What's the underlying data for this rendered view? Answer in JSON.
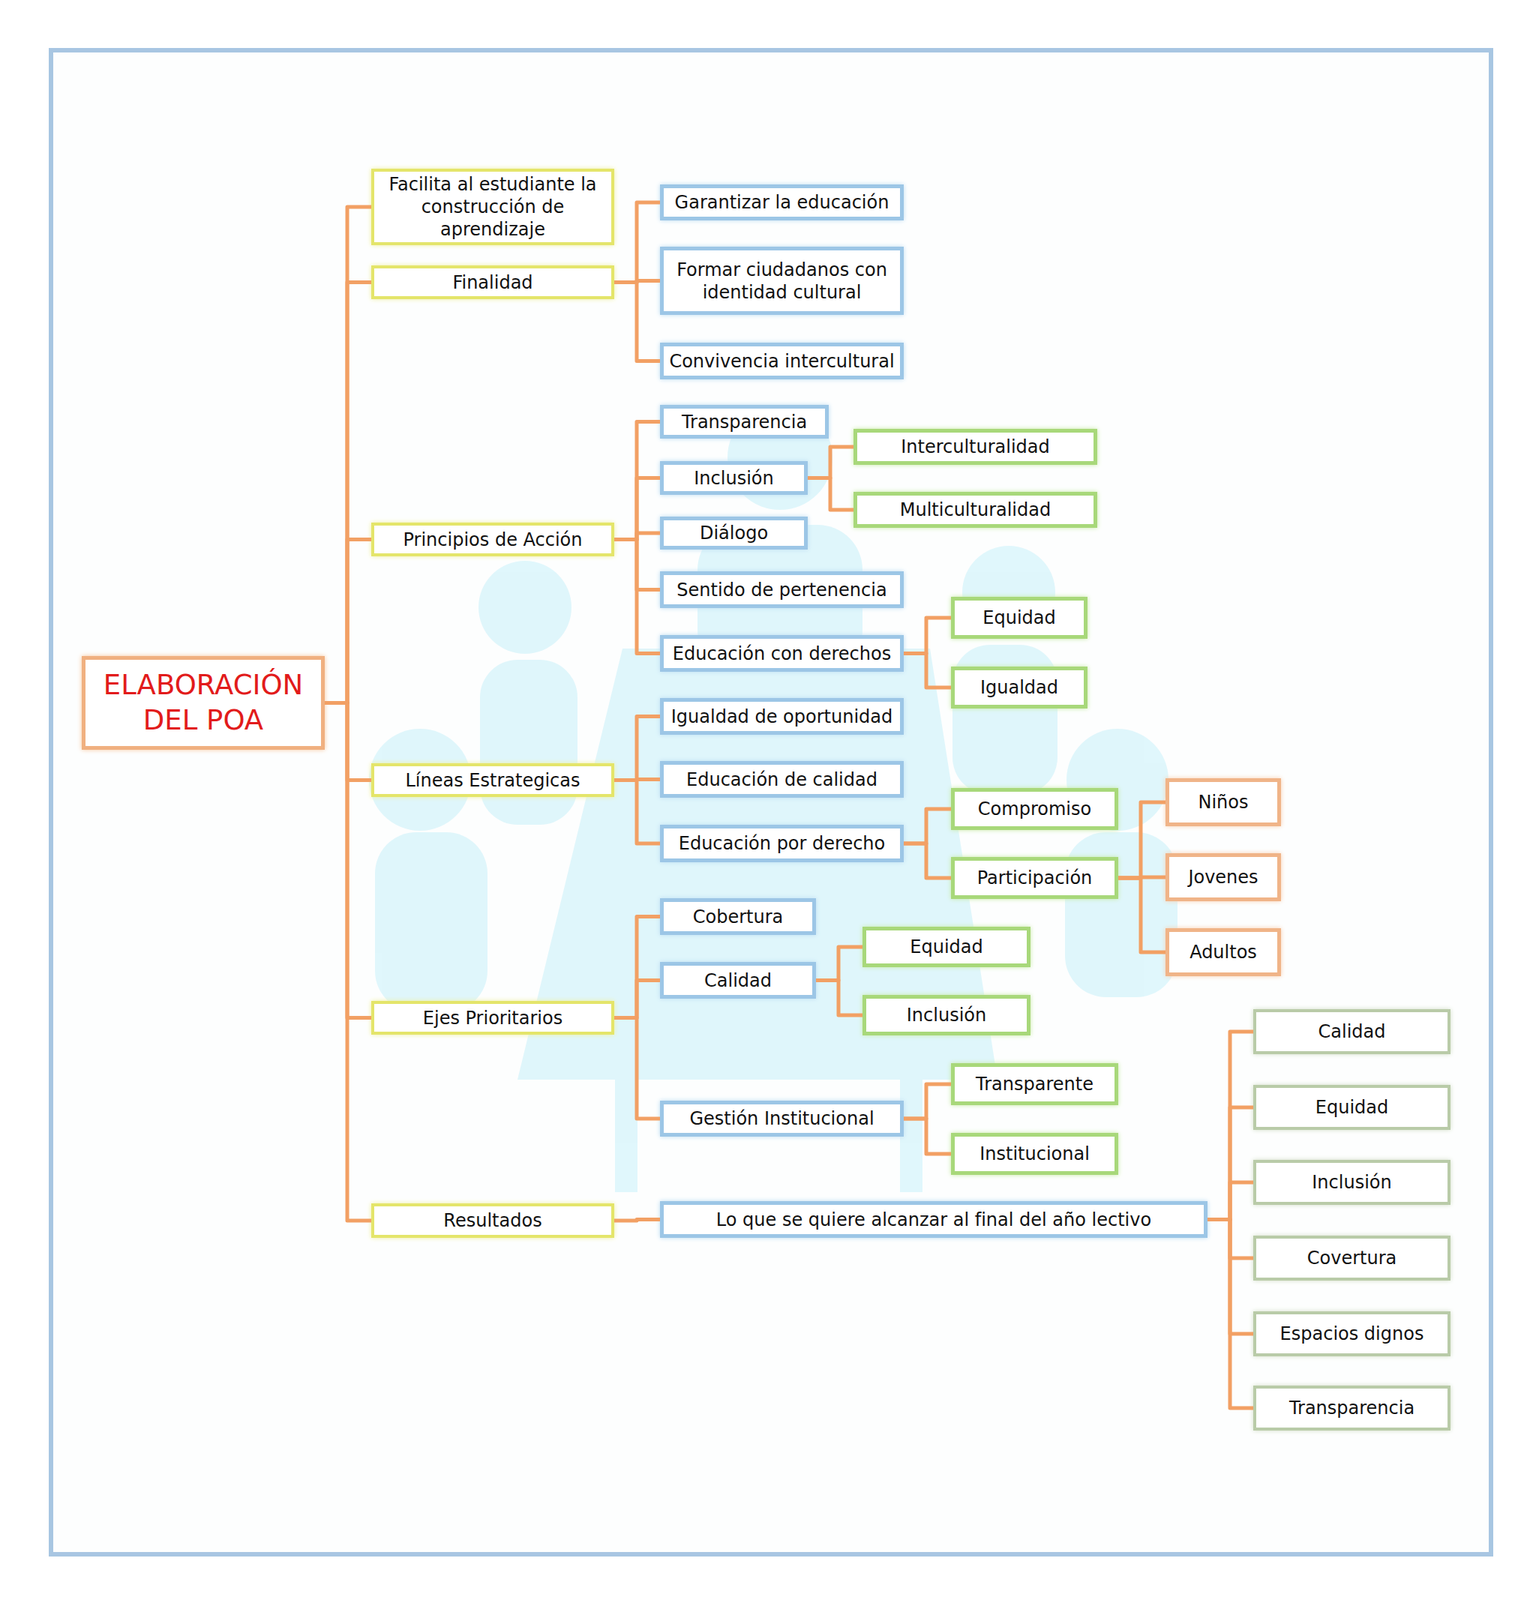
{
  "diagram": {
    "nodes": [
      {
        "text": [
          "ELABORACIÓN DEL POA"
        ]
      },
      {
        "text": [
          "Facilita al estudiante la construcción de aprendizaje"
        ]
      },
      {
        "text": [
          "Finalidad"
        ]
      },
      {
        "text": [
          "Garantizar la educación"
        ]
      },
      {
        "text": [
          "Formar ciudadanos con identidad cultural"
        ]
      },
      {
        "text": [
          "Convivencia intercultural"
        ]
      },
      {
        "text": [
          "Principios de Acción"
        ]
      },
      {
        "text": [
          "Transparencia"
        ]
      },
      {
        "text": [
          "Inclusión"
        ]
      },
      {
        "text": [
          "Interculturalidad"
        ]
      },
      {
        "text": [
          "Multiculturalidad"
        ]
      },
      {
        "text": [
          "Diálogo"
        ]
      },
      {
        "text": [
          "Sentido de pertenencia"
        ]
      },
      {
        "text": [
          "Educación con derechos"
        ]
      },
      {
        "text": [
          "Equidad"
        ]
      },
      {
        "text": [
          "Igualdad"
        ]
      },
      {
        "text": [
          "Líneas Estrategicas"
        ]
      },
      {
        "text": [
          "Igualdad de oportunidad"
        ]
      },
      {
        "text": [
          "Educación de calidad"
        ]
      },
      {
        "text": [
          "Educación por derecho"
        ]
      },
      {
        "text": [
          "Compromiso"
        ]
      },
      {
        "text": [
          "Participación"
        ]
      },
      {
        "text": [
          "Niños"
        ]
      },
      {
        "text": [
          "Jovenes"
        ]
      },
      {
        "text": [
          "Adultos"
        ]
      },
      {
        "text": [
          "Ejes Prioritarios"
        ]
      },
      {
        "text": [
          "Cobertura"
        ]
      },
      {
        "text": [
          "Calidad"
        ]
      },
      {
        "text": [
          "Equidad"
        ]
      },
      {
        "text": [
          "Inclusión"
        ]
      },
      {
        "text": [
          "Gestión Institucional"
        ]
      },
      {
        "text": [
          "Transparente"
        ]
      },
      {
        "text": [
          "Institucional"
        ]
      },
      {
        "text": [
          "Resultados"
        ]
      },
      {
        "text": [
          "Lo que se quiere alcanzar al final del año lectivo"
        ]
      },
      {
        "text": [
          "Calidad"
        ]
      },
      {
        "text": [
          "Equidad"
        ]
      },
      {
        "text": [
          "Inclusión"
        ]
      },
      {
        "text": [
          "Covertura"
        ]
      },
      {
        "text": [
          "Espacios dignos"
        ]
      },
      {
        "text": [
          "Transparencia"
        ]
      }
    ],
    "edges": [
      {
        "from": 0,
        "to": 1,
        "arrow": "none"
      },
      {
        "from": 0,
        "to": 2,
        "arrow": "none"
      },
      {
        "from": 0,
        "to": 6,
        "arrow": "none"
      },
      {
        "from": 0,
        "to": 16,
        "arrow": "none"
      },
      {
        "from": 0,
        "to": 25,
        "arrow": "none"
      },
      {
        "from": 0,
        "to": 33,
        "arrow": "none"
      },
      {
        "from": 2,
        "to": 3,
        "arrow": "none"
      },
      {
        "from": 2,
        "to": 4,
        "arrow": "none"
      },
      {
        "from": 2,
        "to": 5,
        "arrow": "none"
      },
      {
        "from": 6,
        "to": 7,
        "arrow": "none"
      },
      {
        "from": 6,
        "to": 8,
        "arrow": "none"
      },
      {
        "from": 6,
        "to": 11,
        "arrow": "none"
      },
      {
        "from": 6,
        "to": 12,
        "arrow": "none"
      },
      {
        "from": 6,
        "to": 13,
        "arrow": "none"
      },
      {
        "from": 8,
        "to": 9,
        "arrow": "none"
      },
      {
        "from": 8,
        "to": 10,
        "arrow": "none"
      },
      {
        "from": 13,
        "to": 14,
        "arrow": "none"
      },
      {
        "from": 13,
        "to": 15,
        "arrow": "none"
      },
      {
        "from": 16,
        "to": 17,
        "arrow": "none"
      },
      {
        "from": 16,
        "to": 18,
        "arrow": "none"
      },
      {
        "from": 16,
        "to": 19,
        "arrow": "none"
      },
      {
        "from": 19,
        "to": 20,
        "arrow": "none"
      },
      {
        "from": 19,
        "to": 21,
        "arrow": "none"
      },
      {
        "from": 21,
        "to": 22,
        "arrow": "none"
      },
      {
        "from": 21,
        "to": 23,
        "arrow": "none"
      },
      {
        "from": 21,
        "to": 24,
        "arrow": "none"
      },
      {
        "from": 25,
        "to": 26,
        "arrow": "none"
      },
      {
        "from": 25,
        "to": 27,
        "arrow": "none"
      },
      {
        "from": 25,
        "to": 30,
        "arrow": "none"
      },
      {
        "from": 27,
        "to": 28,
        "arrow": "none"
      },
      {
        "from": 27,
        "to": 29,
        "arrow": "none"
      },
      {
        "from": 30,
        "to": 31,
        "arrow": "none"
      },
      {
        "from": 30,
        "to": 32,
        "arrow": "none"
      },
      {
        "from": 33,
        "to": 34,
        "arrow": "none"
      },
      {
        "from": 34,
        "to": 35,
        "arrow": "none"
      },
      {
        "from": 34,
        "to": 36,
        "arrow": "none"
      },
      {
        "from": 34,
        "to": 37,
        "arrow": "none"
      },
      {
        "from": 34,
        "to": 38,
        "arrow": "none"
      },
      {
        "from": 34,
        "to": 39,
        "arrow": "none"
      },
      {
        "from": 34,
        "to": 40,
        "arrow": "none"
      }
    ]
  }
}
